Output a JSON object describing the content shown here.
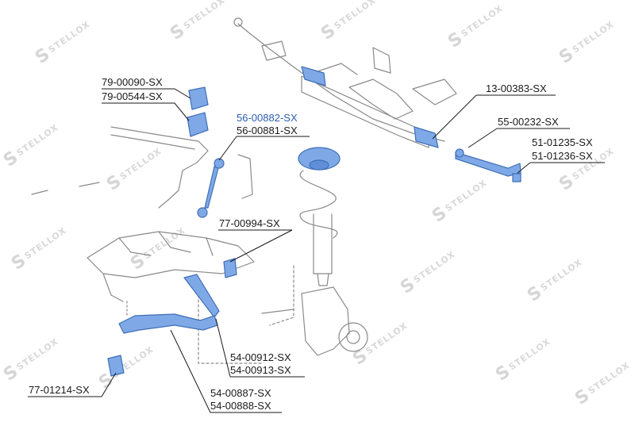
{
  "watermark_text": "STELLOX",
  "colors": {
    "highlight_part": "#7fa9e6",
    "highlight_text": "#2a5db0",
    "drawing": "#8a8a8a",
    "watermark": "#d9d9d9"
  },
  "callouts": {
    "c79a": "79-00090-SX",
    "c79b": "79-00544-SX",
    "c56a": "56-00882-SX",
    "c56b": "56-00881-SX",
    "c13": "13-00383-SX",
    "c55": "55-00232-SX",
    "c51a": "51-01235-SX",
    "c51b": "51-01236-SX",
    "c77a": "77-00994-SX",
    "c54a": "54-00912-SX",
    "c54b": "54-00913-SX",
    "c77b": "77-01214-SX",
    "c54c": "54-00887-SX",
    "c54d": "54-00888-SX"
  }
}
